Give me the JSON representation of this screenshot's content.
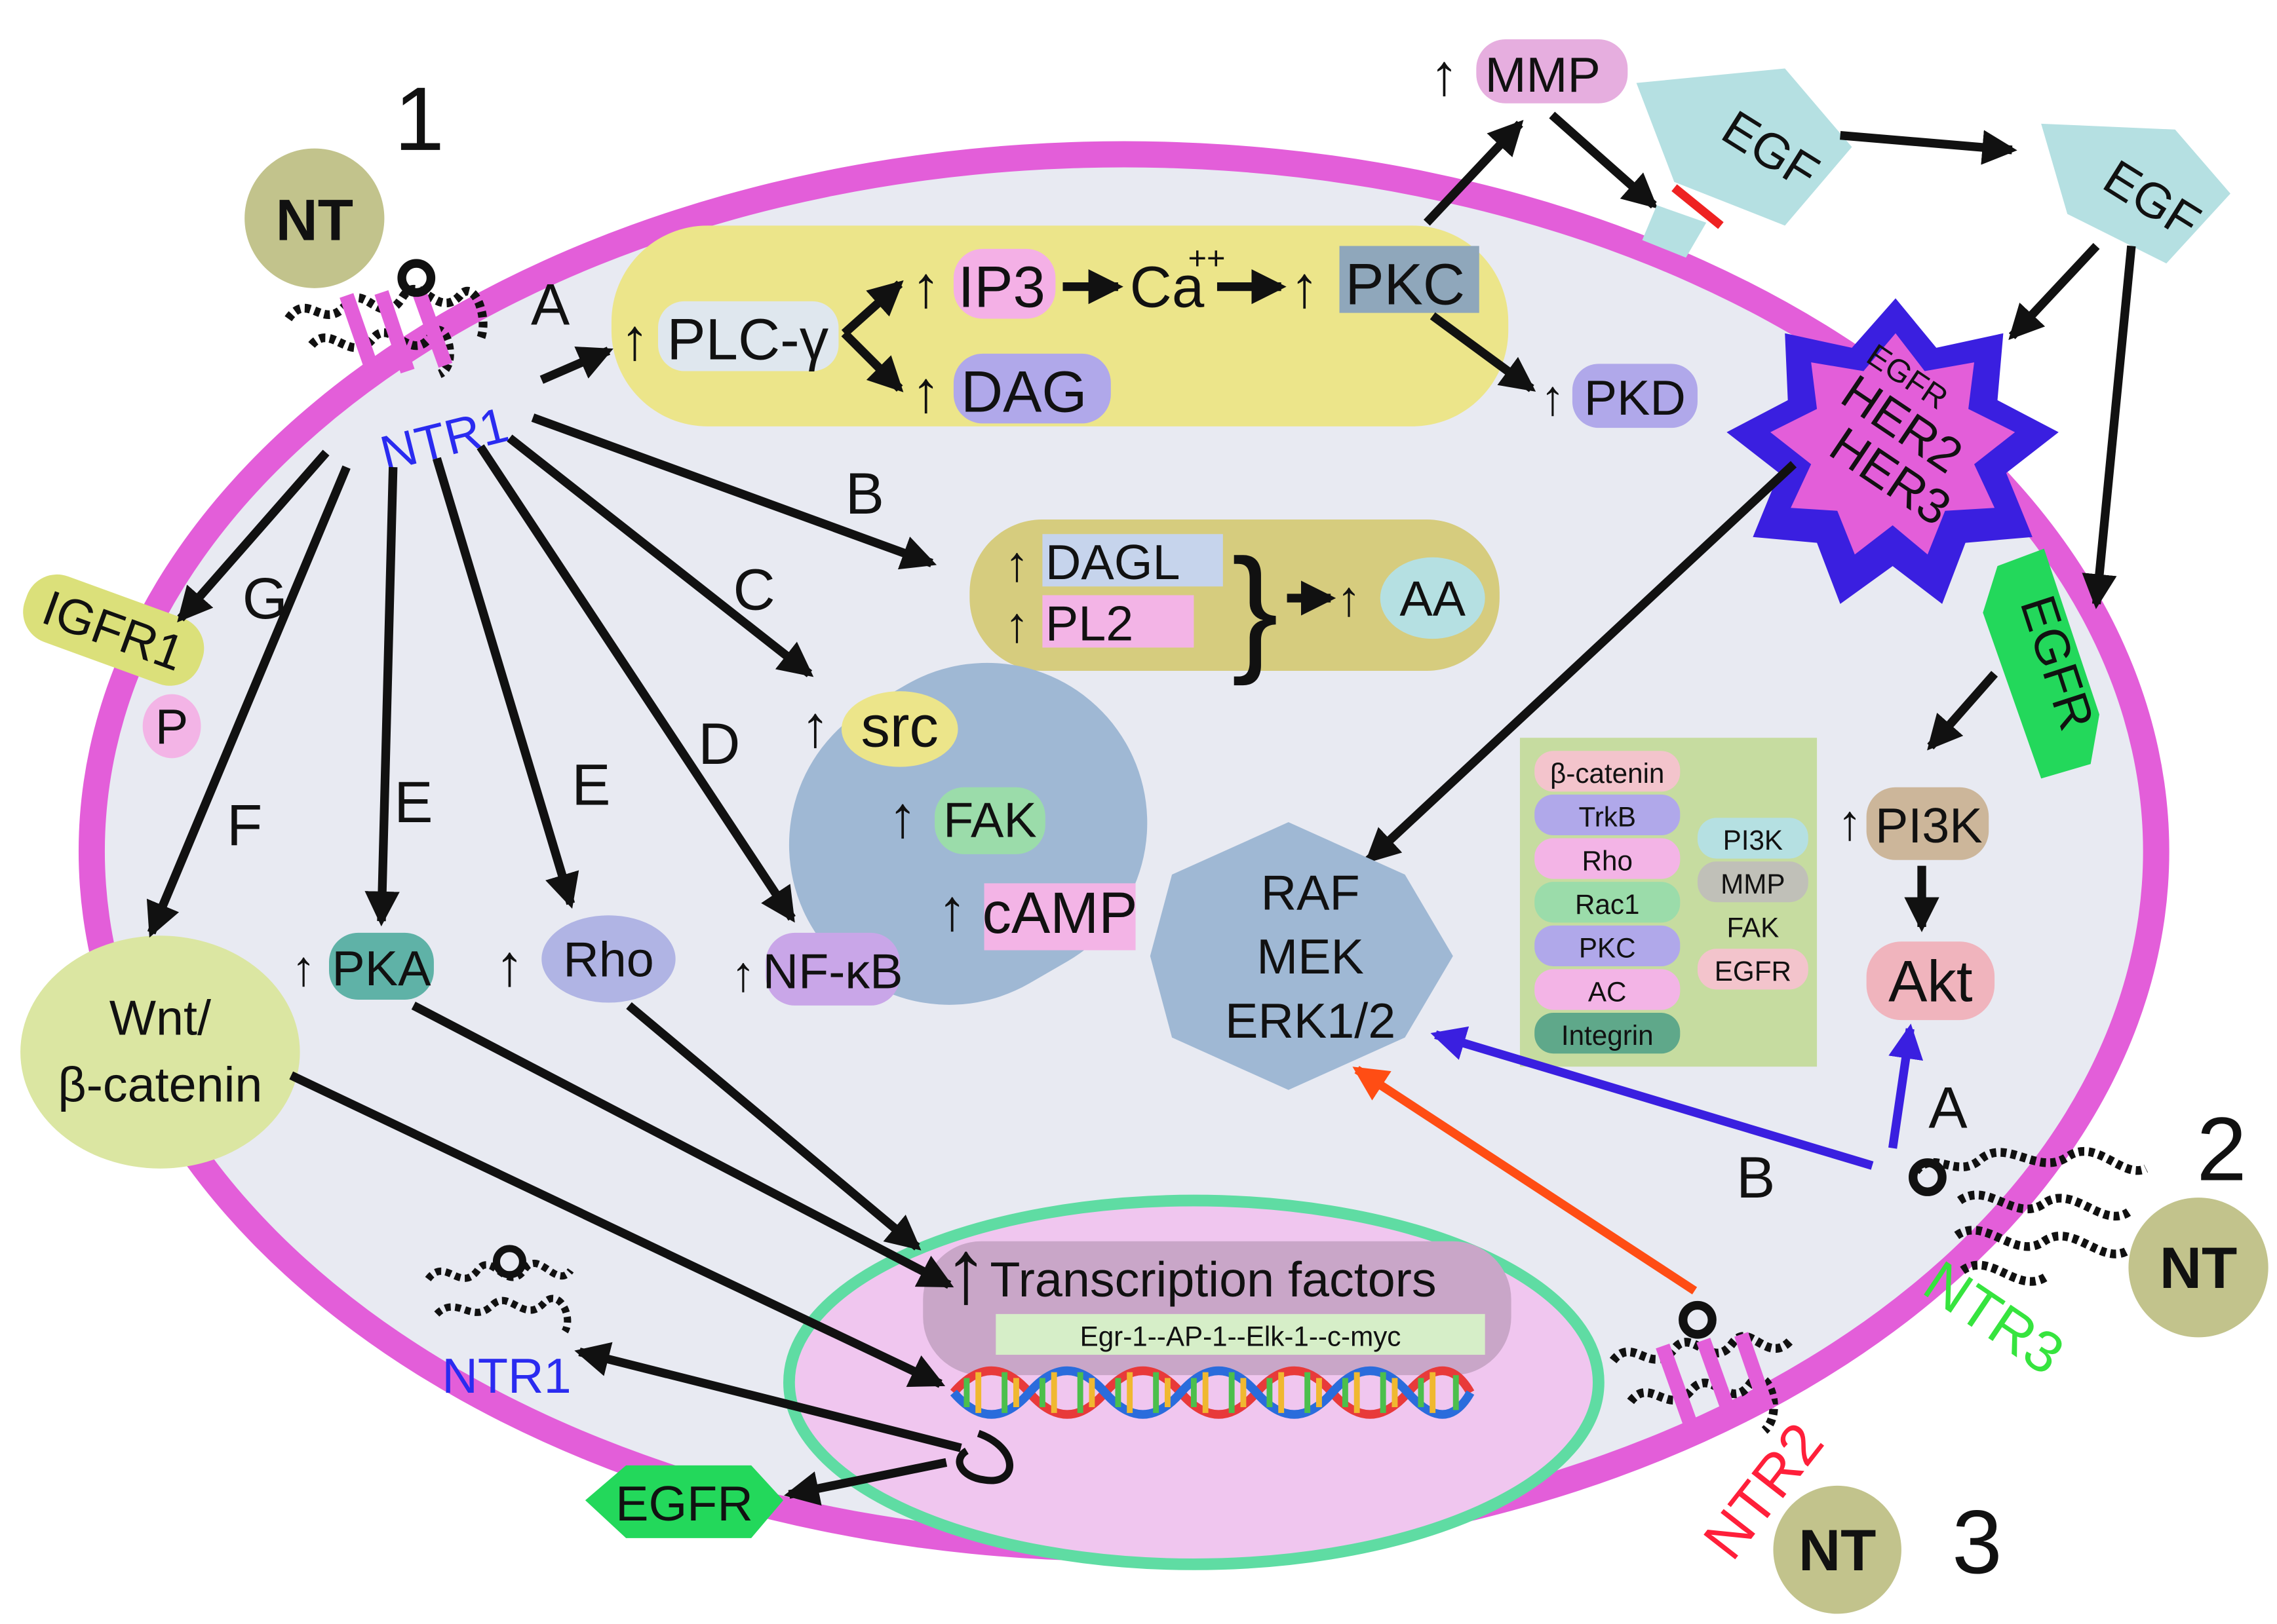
{
  "colors": {
    "membrane": "#e35ed9",
    "cytoplasm": "#e8eaf2",
    "nucleus_fill": "#f0c6ef",
    "nucleus_ring": "#5fdca3",
    "nt_ball": "#c2c38c",
    "egf_box": "#b5e0e2",
    "egfr_green": "#23d85b",
    "plc_panel": "#ece58a",
    "dagl_panel": "#d6cc7e",
    "src_panel": "#9fb8d4",
    "raf_star": "#9fb8d4",
    "her_star": "#3a1fe0",
    "green_box": "#c6dca0",
    "blue_arrow": "#3a1fe0",
    "orange_arrow": "#ff4d14",
    "ntr1_text": "#2a2bf0",
    "ntr2_text": "#ff1f3a",
    "ntr3_text": "#36e43e"
  },
  "receptors": {
    "n1": "1",
    "n2": "2",
    "n3": "3",
    "nt": "NT",
    "ntr1": "NTR1",
    "ntr2": "NTR2",
    "ntr3": "NTR3"
  },
  "paths": {
    "A": "A",
    "B": "B",
    "C": "C",
    "D": "D",
    "E": "E",
    "F": "F",
    "G": "G"
  },
  "up": "↑",
  "nodes": {
    "plc": "PLC-γ",
    "ip3": "IP3",
    "dag": "DAG",
    "ca": "Ca",
    "ca_sup": "++",
    "pkc": "PKC",
    "pkd": "PKD",
    "mmp": "MMP",
    "egf": "EGF",
    "egfr": "EGFR",
    "her2": "HER2",
    "her3": "HER3",
    "dagl": "DAGL",
    "pl2": "PL2",
    "aa": "AA",
    "src": "src",
    "fak": "FAK",
    "camp": "cAMP",
    "igfr1": "IGFR1",
    "p": "P",
    "wnt_1": "Wnt/",
    "wnt_2": "β-catenin",
    "pka": "PKA",
    "rho": "Rho",
    "nfkb": "NF-κB",
    "raf": "RAF",
    "mek": "MEK",
    "erk": "ERK1/2",
    "pi3k": "PI3K",
    "akt": "Akt",
    "tf": "Transcription factors",
    "tf_list": "Egr-1--AP-1--Elk-1--c-myc"
  },
  "green_box": {
    "left": [
      "β-catenin",
      "TrkB",
      "Rho",
      "Rac1",
      "PKC",
      "AC",
      "Integrin"
    ],
    "right": [
      "PI3K",
      "MMP",
      "FAK",
      "EGFR"
    ]
  }
}
